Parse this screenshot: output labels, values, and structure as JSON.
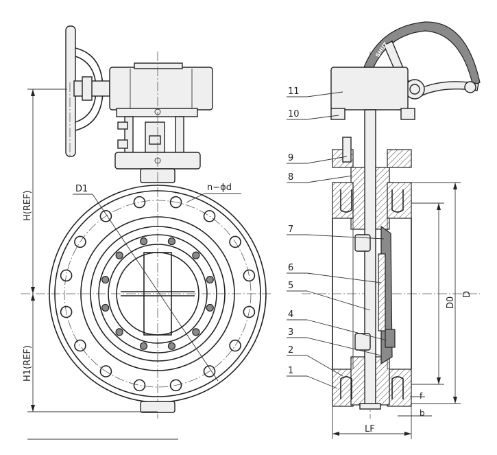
{
  "front_view": {
    "dim_H": "H(REF)",
    "dim_H1": "H1(REF)",
    "label_D1": "D1",
    "label_bolts": "n−ϕd"
  },
  "section_view": {
    "parts": [
      "1",
      "2",
      "3",
      "4",
      "5",
      "6",
      "7",
      "8",
      "9",
      "10",
      "11"
    ],
    "dim_D0": "D0",
    "dim_D": "D",
    "dim_LF": "LF",
    "dim_f": "f",
    "dim_b": "b",
    "handle_text": "SHUT"
  }
}
